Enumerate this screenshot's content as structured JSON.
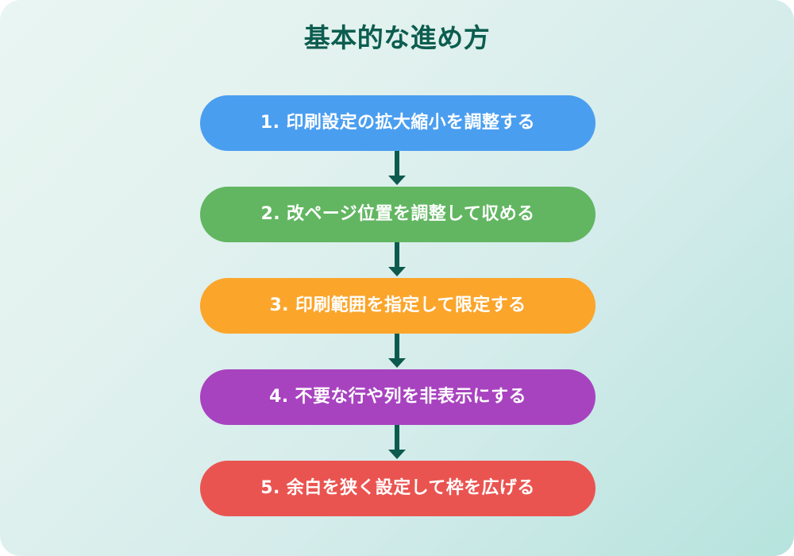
{
  "diagram": {
    "title": "基本的な進め方",
    "title_color": "#0c5d4f",
    "background_from": "#e9f5f2",
    "background_to": "#b6e3dd",
    "connector_color": "#0d5a4e",
    "connector_icon": "arrow-down-icon",
    "steps": [
      {
        "label": "1. 印刷設定の拡大縮小を調整する",
        "color": "#4a9ef0",
        "text_color": "#ffffff"
      },
      {
        "label": "2. 改ページ位置を調整して収める",
        "color": "#62b662",
        "text_color": "#ffffff"
      },
      {
        "label": "3. 印刷範囲を指定して限定する",
        "color": "#fba52b",
        "text_color": "#ffffff"
      },
      {
        "label": "4. 不要な行や列を非表示にする",
        "color": "#a843c0",
        "text_color": "#ffffff"
      },
      {
        "label": "5. 余白を狭く設定して枠を広げる",
        "color": "#ea5450",
        "text_color": "#ffffff"
      }
    ]
  }
}
